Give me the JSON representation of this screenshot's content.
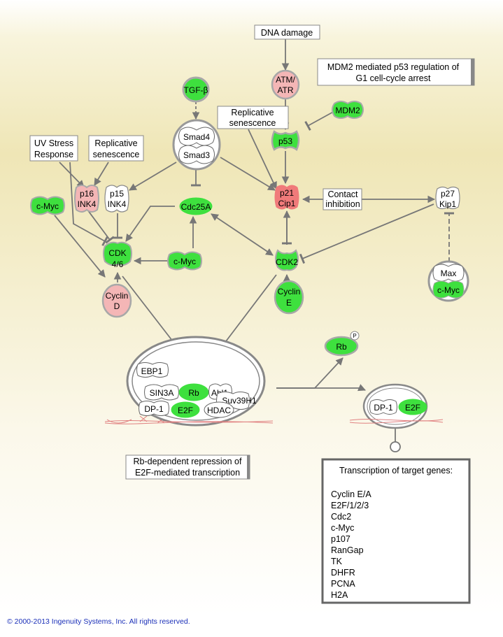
{
  "labels": {
    "dna_damage": "DNA damage",
    "title_line1": "MDM2 mediated p53 regulation of",
    "title_line2": "G1 cell-cycle arrest",
    "repl_sen_1_l1": "Replicative",
    "repl_sen_1_l2": "senescence",
    "uv_l1": "UV Stress",
    "uv_l2": "Response",
    "repl_sen_2_l1": "Replicative",
    "repl_sen_2_l2": "senescence",
    "contact_l1": "Contact",
    "contact_l2": "inhibition",
    "rb_dep_l1": "Rb-dependent repression of",
    "rb_dep_l2": "E2F-mediated transcription",
    "transcription_title": "Transcription of target genes:",
    "target_genes": [
      "Cyclin E/A",
      "E2F/1/2/3",
      "Cdc2",
      "c-Myc",
      "p107",
      "RanGap",
      "TK",
      "DHFR",
      "PCNA",
      "H2A"
    ],
    "copyright": "© 2000-2013 Ingenuity Systems, Inc. All rights reserved."
  },
  "nodes": {
    "atm_l1": "ATM/",
    "atm_l2": "ATR",
    "tgf": "TGF-β",
    "mdm2": "MDM2",
    "p53": "p53",
    "smad4": "Smad4",
    "smad3": "Smad3",
    "p16_l1": "p16",
    "p16_l2": "INK4",
    "p15_l1": "p15",
    "p15_l2": "INK4",
    "cmyc_left": "c-Myc",
    "cdc25a": "Cdc25A",
    "p21_l1": "p21",
    "p21_l2": "Cip1",
    "p27_l1": "p27",
    "p27_l2": "Kip1",
    "cdk46_l1": "CDK",
    "cdk46_l2": "4/6",
    "cmyc_mid": "c-Myc",
    "cdk2": "CDK2",
    "max": "Max",
    "cmyc_right": "c-Myc",
    "cyclind_l1": "Cyclin",
    "cyclind_l2": "D",
    "cycline_l1": "Cyclin",
    "cycline_l2": "E",
    "rb_free": "Rb",
    "p_label": "P",
    "ebp1": "EBP1",
    "sin3a": "SIN3A",
    "rb_complex": "Rb",
    "abl1": "Abl1",
    "suv39h1": "Suv39H1",
    "dp1": "DP-1",
    "e2f": "E2F",
    "hdac": "HDAC",
    "dp1_right": "DP-1",
    "e2f_right": "E2F"
  },
  "colors": {
    "green": "#3ee03e",
    "red": "#f07a7a",
    "pink": "#f4b6b6",
    "gray_border": "#a8a8a8",
    "edge": "#777777",
    "background_top": "#f2ecc2",
    "copyright_text": "#1a2fb8"
  }
}
